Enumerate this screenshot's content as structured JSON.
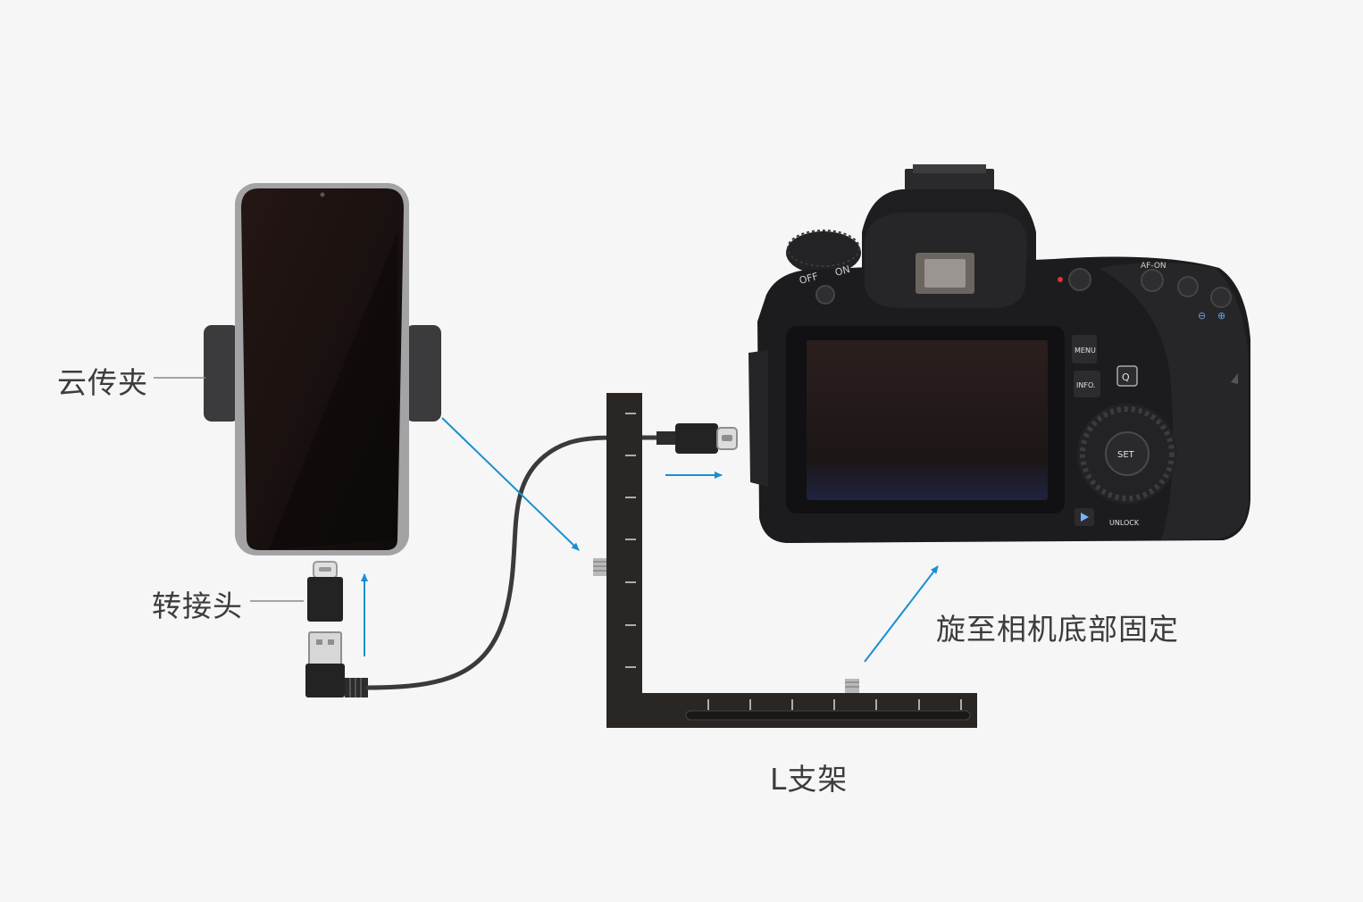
{
  "labels": {
    "phone_clip": "云传夹",
    "adapter": "转接头",
    "rotate_to_camera_base": "旋至相机底部固定",
    "l_bracket": "L支架"
  },
  "camera_text": {
    "off": "OFF",
    "on": "ON",
    "af_on": "AF-ON",
    "menu": "MENU",
    "info": "INFO.",
    "set": "SET",
    "unlock": "UNLOCK",
    "q": "Q"
  },
  "colors": {
    "background": "#f6f6f6",
    "arrow": "#1a8fd1",
    "label_text": "#3c3c3c",
    "leader_line": "#8a8a8a",
    "bracket": "#2a2624",
    "camera_body": "#1c1c1e",
    "phone_frame": "#a3a3a5"
  }
}
